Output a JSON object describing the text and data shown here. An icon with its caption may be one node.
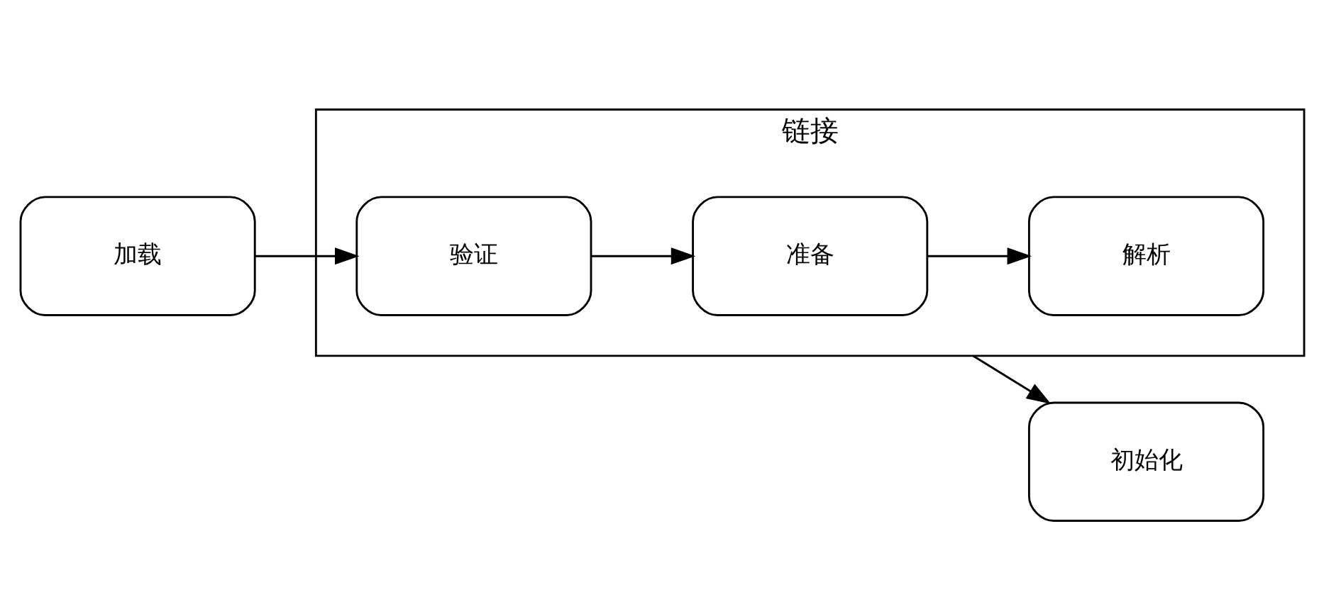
{
  "diagram": {
    "nodes": [
      {
        "text": [
          "加载"
        ]
      },
      {
        "text": [
          "链接"
        ]
      },
      {
        "text": [
          "验证"
        ],
        "in": 1
      },
      {
        "text": [
          "准备"
        ],
        "in": 1
      },
      {
        "text": [
          "解析"
        ],
        "in": 1
      },
      {
        "text": [
          "初始化"
        ]
      }
    ],
    "edges": [
      {
        "from": 0,
        "to": 2,
        "arrow": "to"
      },
      {
        "from": 2,
        "to": 3,
        "arrow": "to"
      },
      {
        "from": 3,
        "to": 4,
        "arrow": "to"
      },
      {
        "from": 1,
        "to": 5,
        "arrow": "to"
      }
    ]
  }
}
